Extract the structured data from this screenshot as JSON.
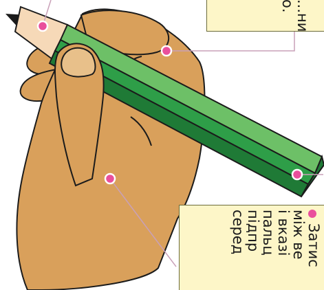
{
  "notes": {
    "top": {
      "lines": [
        "...ни.",
        "о."
      ]
    },
    "bottom": {
      "lines": [
        "Затис",
        "між ве",
        "і вказі",
        "пальц",
        "підпр",
        "серед"
      ]
    }
  },
  "colors": {
    "skin": "#d9a05b",
    "skin_dark": "#b9803f",
    "pencil": "#2e9e48",
    "pencil_light": "#6dc067",
    "pencil_dark": "#1f7a36",
    "callout_dot": "#e94f9c",
    "note_bg": "#fdf6c8"
  }
}
